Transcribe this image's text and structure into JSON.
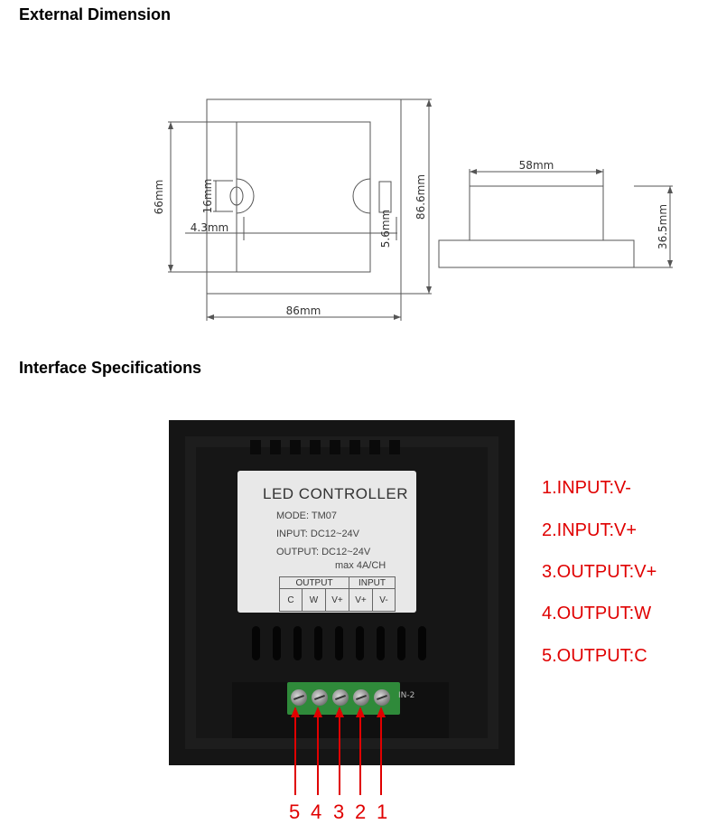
{
  "sections": {
    "external_title": "External Dimension",
    "interface_title": "Interface Specifications"
  },
  "dimensions": {
    "width": "86mm",
    "height_outer": "86.6mm",
    "height_inner": "66mm",
    "slot_height": "16mm",
    "slot_offset": "4.3mm",
    "slot_width": "5.6mm",
    "box_width": "58mm",
    "depth": "36.5mm"
  },
  "label": {
    "title": "LED CONTROLLER",
    "mode": "MODE: TM07",
    "input": "INPUT: DC12~24V",
    "output": "OUTPUT: DC12~24V",
    "max": "max 4A/CH",
    "group_output": "OUTPUT",
    "group_input": "INPUT",
    "terminals": [
      "C",
      "W",
      "V+",
      "V+",
      "V-"
    ]
  },
  "connector_marker": "IN-2",
  "pin_numbers": [
    "5",
    "4",
    "3",
    "2",
    "1"
  ],
  "legend": [
    "1.INPUT:V-",
    "2.INPUT:V+",
    "3.OUTPUT:V+",
    "4.OUTPUT:W",
    "5.OUTPUT:C"
  ],
  "colors": {
    "accent_red": "#e00000",
    "terminal_green": "#2f8a3a",
    "panel_black": "#151515"
  }
}
